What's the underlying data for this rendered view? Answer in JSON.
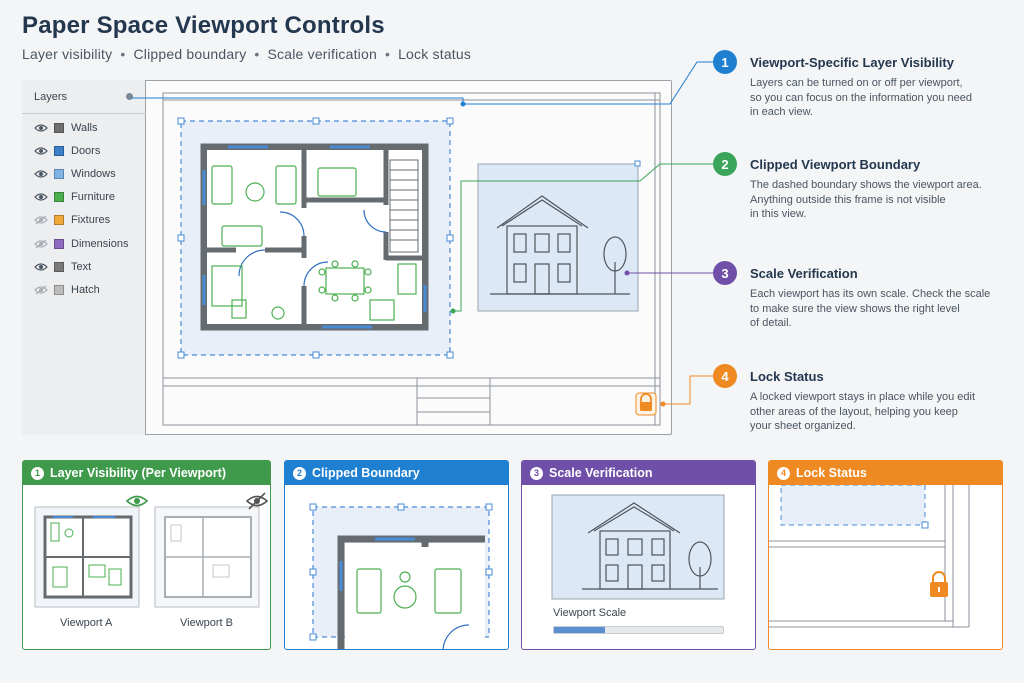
{
  "header": {
    "title": "Paper Space Viewport Controls",
    "subtitle_items": [
      "Layer visibility",
      "Clipped boundary",
      "Scale verification",
      "Lock status"
    ]
  },
  "layers_panel": {
    "title": "Layers",
    "items": [
      {
        "label": "Walls",
        "visible": true,
        "color": "#6f6f6f"
      },
      {
        "label": "Doors",
        "visible": true,
        "color": "#3d7fc6"
      },
      {
        "label": "Windows",
        "visible": true,
        "color": "#7fb3e3"
      },
      {
        "label": "Furniture",
        "visible": true,
        "color": "#4caf50"
      },
      {
        "label": "Fixtures",
        "visible": false,
        "color": "#f2a93b"
      },
      {
        "label": "Dimensions",
        "visible": false,
        "color": "#8e6bbf"
      },
      {
        "label": "Text",
        "visible": true,
        "color": "#7a7a7a"
      },
      {
        "label": "Hatch",
        "visible": false,
        "color": "#bdbdbd"
      }
    ]
  },
  "callouts": [
    {
      "number": "1",
      "title": "Viewport-Specific Layer Visibility",
      "body": "Layers can be turned on or off per viewport,\nso you can focus on the information you need\nin each view.",
      "color": "#1f7fd0"
    },
    {
      "number": "2",
      "title": "Clipped Viewport Boundary",
      "body": "The dashed boundary shows the viewport area.\nAnything outside this frame is not visible\nin this view.",
      "color": "#3aa55a"
    },
    {
      "number": "3",
      "title": "Scale Verification",
      "body": "Each viewport has its own scale. Check the scale\nto make sure the view shows the right level\nof detail.",
      "color": "#6f4fa8"
    },
    {
      "number": "4",
      "title": "Lock Status",
      "body": "A locked viewport stays in place while you edit\nother areas of the layout, helping you keep\nyour sheet organized.",
      "color": "#ef8a23"
    }
  ],
  "panels": [
    {
      "number": "1",
      "title": "Layer Visibility (Per Viewport)",
      "color": "#3f9a4c",
      "captions": [
        "Viewport A",
        "Viewport B"
      ]
    },
    {
      "number": "2",
      "title": "Clipped Boundary",
      "color": "#1f7fd0"
    },
    {
      "number": "3",
      "title": "Scale Verification",
      "color": "#6f4fa8",
      "caption": "Viewport Scale",
      "scale_progress": 0.3
    },
    {
      "number": "4",
      "title": "Lock Status",
      "color": "#ef8a23"
    }
  ],
  "icons": {
    "eye_on": "eye-icon",
    "eye_off": "eye-off-icon",
    "lock": "lock-icon"
  }
}
